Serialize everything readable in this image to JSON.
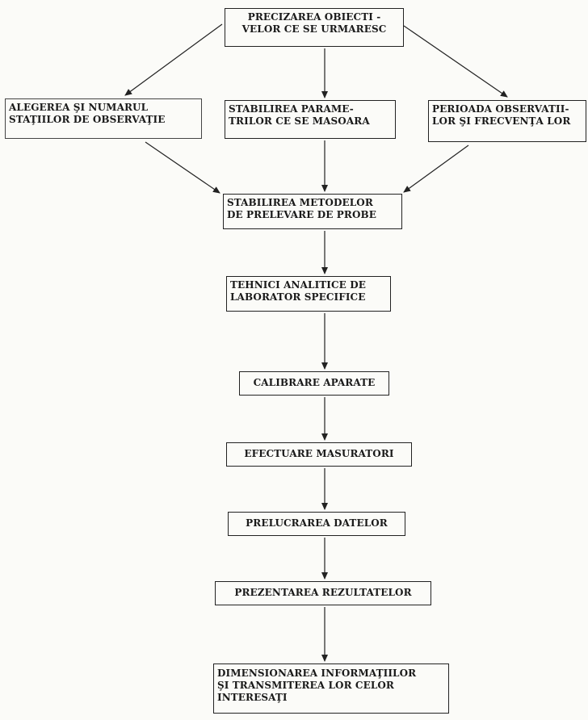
{
  "diagram": {
    "nodes": {
      "objectives": {
        "lines": [
          "PRECIZAREA OBIECTI -",
          "VELOR CE SE URMARESC"
        ]
      },
      "stations": {
        "lines": [
          "ALEGEREA ŞI NUMARUL",
          "STAŢIILOR DE OBSERVAŢIE"
        ]
      },
      "parameters": {
        "lines": [
          "STABILIREA PARAME-",
          "TRILOR CE SE MASOARA"
        ]
      },
      "period": {
        "lines": [
          "PERIOADA OBSERVATII-",
          "LOR ŞI FRECVENŢA LOR"
        ]
      },
      "sampling": {
        "lines": [
          "STABILIREA METODELOR",
          "DE PRELEVARE DE PROBE"
        ]
      },
      "lab_techniques": {
        "lines": [
          "TEHNICI ANALITICE DE",
          "LABORATOR SPECIFICE"
        ]
      },
      "calibration": {
        "lines": [
          "CALIBRARE APARATE"
        ]
      },
      "measurements": {
        "lines": [
          "EFECTUARE MASURATORI"
        ]
      },
      "processing": {
        "lines": [
          "PRELUCRAREA DATELOR"
        ]
      },
      "presentation": {
        "lines": [
          "PREZENTAREA REZULTATELOR"
        ]
      },
      "dissemination": {
        "lines": [
          "DIMENSIONAREA INFORMAŢIILOR",
          "ŞI TRANSMITEREA LOR CELOR",
          "INTERESAŢI"
        ]
      }
    },
    "edges": [
      [
        "objectives",
        "stations"
      ],
      [
        "objectives",
        "parameters"
      ],
      [
        "objectives",
        "period"
      ],
      [
        "stations",
        "sampling"
      ],
      [
        "parameters",
        "sampling"
      ],
      [
        "period",
        "sampling"
      ],
      [
        "sampling",
        "lab_techniques"
      ],
      [
        "lab_techniques",
        "calibration"
      ],
      [
        "calibration",
        "measurements"
      ],
      [
        "measurements",
        "processing"
      ],
      [
        "processing",
        "presentation"
      ],
      [
        "presentation",
        "dissemination"
      ]
    ],
    "colors": {
      "ink": "#222222",
      "paper": "#fbfbf8"
    }
  }
}
